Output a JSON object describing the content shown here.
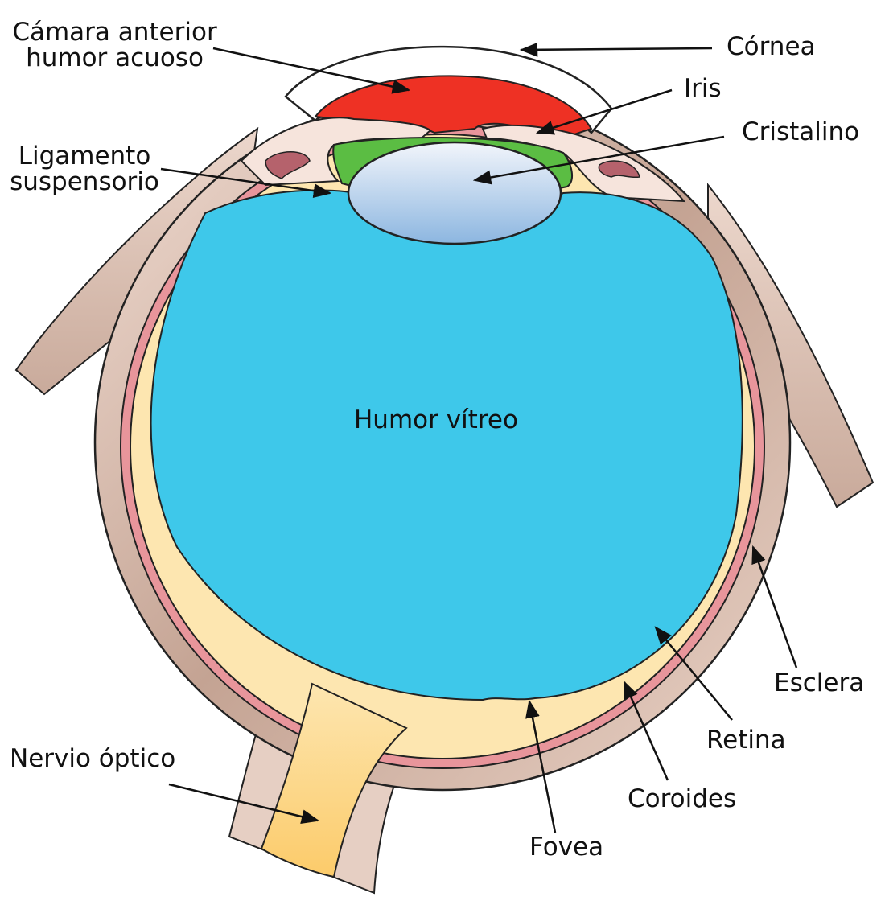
{
  "labels": {
    "camara_anterior_line1": "Cámara anterior",
    "camara_anterior_line2": "humor acuoso",
    "cornea": "Córnea",
    "iris": "Iris",
    "cristalino": "Cristalino",
    "ligamento_line1": "Ligamento",
    "ligamento_line2": "suspensorio",
    "humor_vitreo": "Humor vítreo",
    "esclera": "Esclera",
    "retina": "Retina",
    "coroides": "Coroides",
    "fovea": "Fovea",
    "nervio_optico": "Nervio óptico"
  },
  "colors": {
    "anterior_chamber": "#ee3124",
    "vitreous": "#3ec8ea",
    "ciliary_green": "#5bbd43",
    "retina_yellow": "#fde6b0",
    "choroid_pink": "#e8959b",
    "sclera_tan": "#c9a494",
    "optic_nerve": "#fcd27d"
  }
}
